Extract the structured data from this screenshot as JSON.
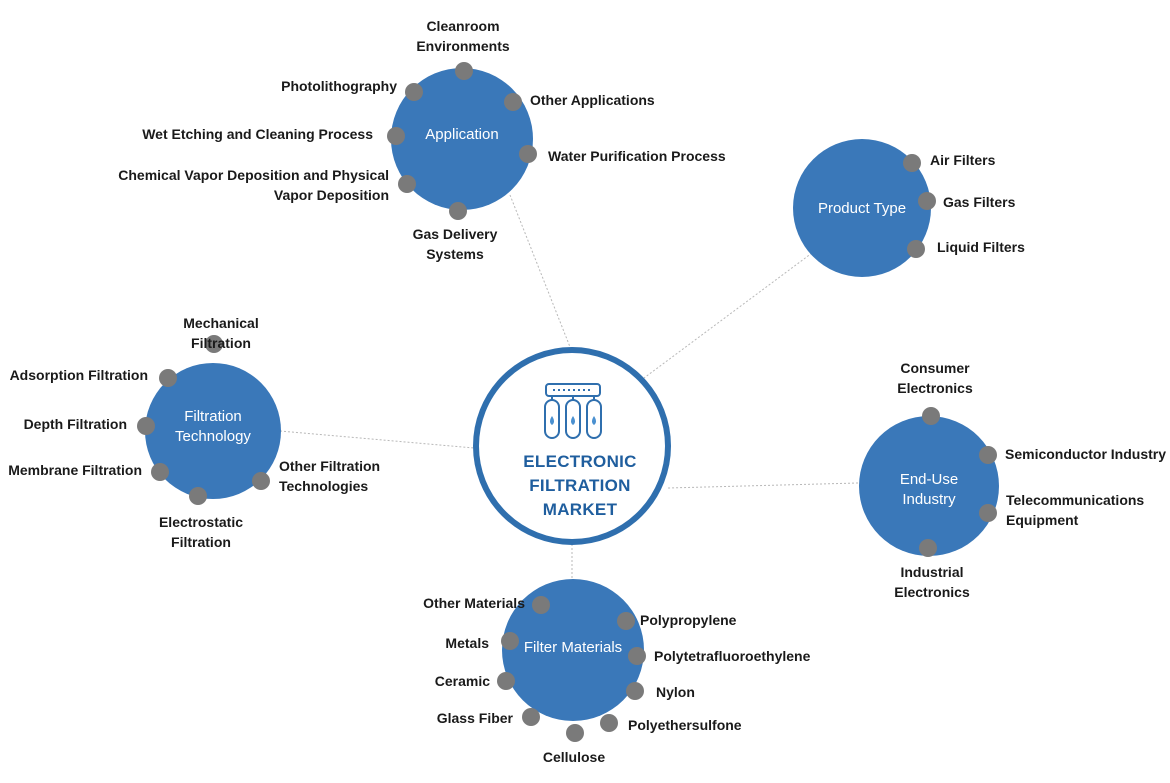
{
  "center": {
    "title_lines": [
      "ELECTRONIC",
      "FILTRATION",
      "MARKET"
    ],
    "icon": "water-filter-icon"
  },
  "colors": {
    "circle_fill": "#3a78b9",
    "node_fill": "#7a7a7a",
    "center_ring": "#2f6fae",
    "center_text": "#1f5e9e",
    "connector": "#b8b8b8"
  },
  "clusters": [
    {
      "id": "application",
      "title": "Application",
      "items": [
        "Cleanroom Environments",
        "Other Applications",
        "Water Purification Process",
        "Gas Delivery Systems",
        "Chemical Vapor Deposition and Physical Vapor Deposition",
        "Wet Etching and Cleaning Process",
        "Photolithography"
      ]
    },
    {
      "id": "product-type",
      "title": "Product Type",
      "items": [
        "Air Filters",
        "Gas Filters",
        "Liquid Filters"
      ]
    },
    {
      "id": "filtration-technology",
      "title": "Filtration Technology",
      "items": [
        "Mechanical Filtration",
        "Adsorption Filtration",
        "Depth Filtration",
        "Membrane Filtration",
        "Electrostatic Filtration",
        "Other Filtration Technologies"
      ]
    },
    {
      "id": "end-use-industry",
      "title": "End-Use Industry",
      "items": [
        "Consumer Electronics",
        "Semiconductor Industry",
        "Telecommunications Equipment",
        "Industrial Electronics"
      ]
    },
    {
      "id": "filter-materials",
      "title": "Filter Materials",
      "items": [
        "Other Materials",
        "Polypropylene",
        "Polytetrafluoroethylene",
        "Nylon",
        "Polyethersulfone",
        "Cellulose",
        "Glass Fiber",
        "Ceramic",
        "Metals"
      ]
    }
  ]
}
